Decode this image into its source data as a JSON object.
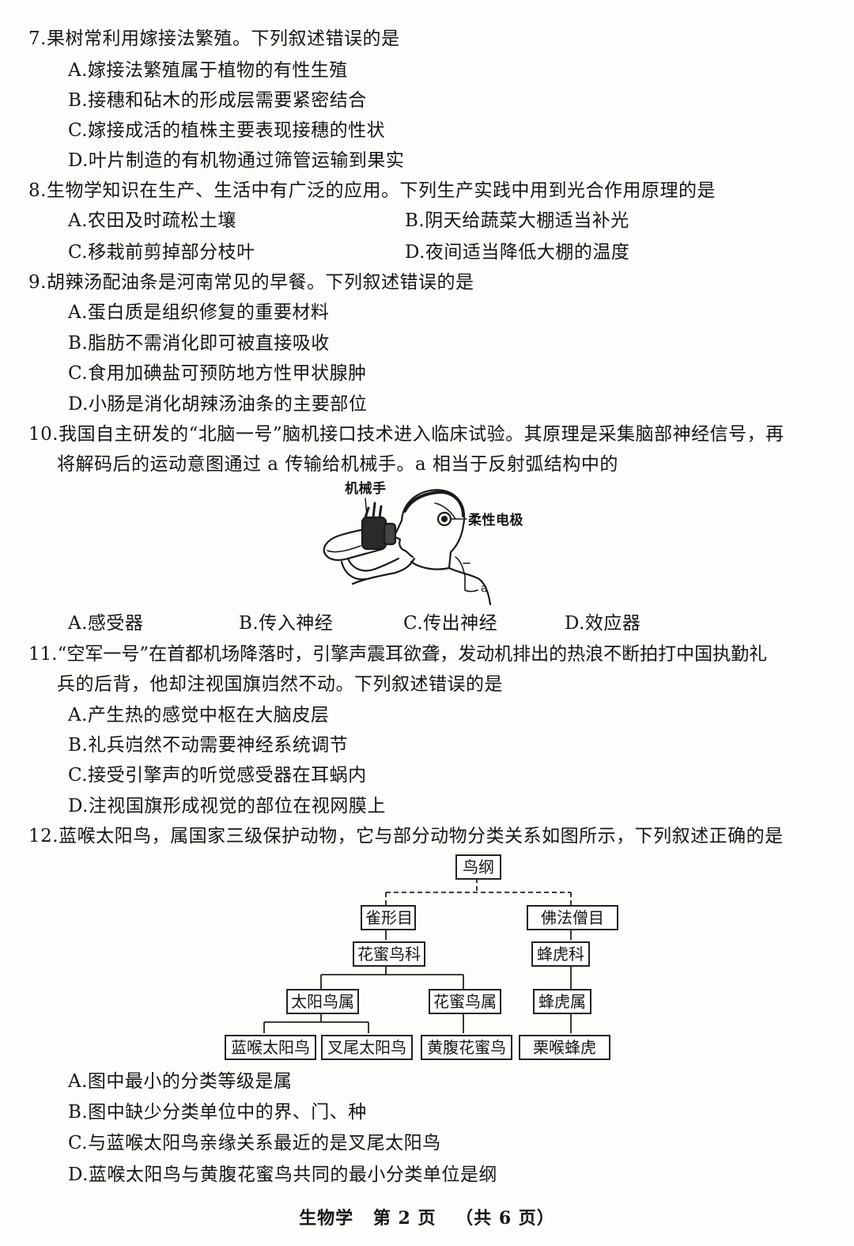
{
  "q7": {
    "stem": "7.果树常利用嫁接法繁殖。下列叙述错误的是",
    "options": [
      "A.嫁接法繁殖属于植物的有性生殖",
      "B.接穗和砧木的形成层需要紧密结合",
      "C.嫁接成活的植株主要表现接穗的性状",
      "D.叶片制造的有机物通过筛管运输到果实"
    ]
  },
  "q8": {
    "stem": "8.生物学知识在生产、生活中有广泛的应用。下列生产实践中用到光合作用原理的是",
    "options": [
      "A.农田及时疏松土壤",
      "B.阴天给蔬菜大棚适当补光",
      "C.移栽前剪掉部分枝叶",
      "D.夜间适当降低大棚的温度"
    ]
  },
  "q9": {
    "stem": "9.胡辣汤配油条是河南常见的早餐。下列叙述错误的是",
    "options": [
      "A.蛋白质是组织修复的重要材料",
      "B.脂肪不需消化即可被直接吸收",
      "C.食用加碘盐可预防地方性甲状腺肿",
      "D.小肠是消化胡辣汤油条的主要部位"
    ]
  },
  "q10": {
    "stem_line1": "10.我国自主研发的“北脑一号”脑机接口技术进入临床试验。其原理是采集脑部神经信号，再",
    "stem_line2": "将解码后的运动意图通过 a 传输给机械手。a 相当于反射弧结构中的",
    "figure": {
      "label_hand": "机械手",
      "label_electrode": "柔性电极",
      "label_a": "a"
    },
    "options": [
      "A.感受器",
      "B.传入神经",
      "C.传出神经",
      "D.效应器"
    ]
  },
  "q11": {
    "stem_line1": "11.“空军一号”在首都机场降落时，引擎声震耳欲聋，发动机排出的热浪不断拍打中国执勤礼",
    "stem_line2": "兵的后背，他却注视国旗岿然不动。下列叙述错误的是",
    "options": [
      "A.产生热的感觉中枢在大脑皮层",
      "B.礼兵岿然不动需要神经系统调节",
      "C.接受引擎声的听觉感受器在耳蜗内",
      "D.注视国旗形成视觉的部位在视网膜上"
    ]
  },
  "q12": {
    "stem": "12.蓝喉太阳鸟，属国家三级保护动物，它与部分动物分类关系如图所示，下列叙述正确的是",
    "tree": {
      "class": "鸟纲",
      "order1": "雀形目",
      "order2": "佛法僧目",
      "family1": "花蜜鸟科",
      "family2": "蜂虎科",
      "genus1": "太阳鸟属",
      "genus2": "花蜜鸟属",
      "genus3": "蜂虎属",
      "species1": "蓝喉太阳鸟",
      "species2": "叉尾太阳鸟",
      "species3": "黄腹花蜜鸟",
      "species4": "栗喉蜂虎"
    },
    "options": [
      "A.图中最小的分类等级是属",
      "B.图中缺少分类单位中的界、门、种",
      "C.与蓝喉太阳鸟亲缘关系最近的是叉尾太阳鸟",
      "D.蓝喉太阳鸟与黄腹花蜜鸟共同的最小分类单位是纲"
    ]
  },
  "footer": {
    "subject": "生物学",
    "page": "第 2 页",
    "total": "（共 6 页）"
  }
}
